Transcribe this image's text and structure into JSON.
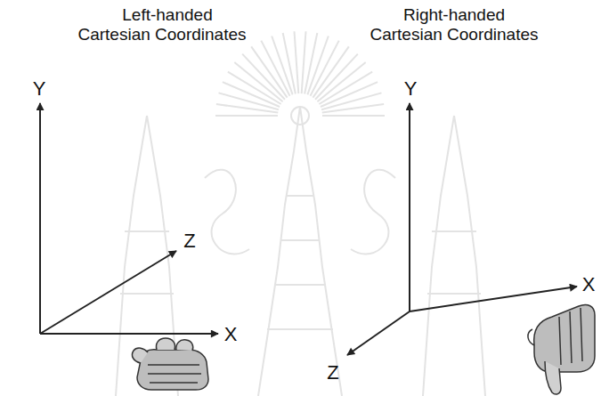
{
  "diagram": {
    "labels": [
      "Left-handed Cartesian Coordinates",
      "Right-handed Cartesian Coordinates",
      "Y",
      "Z",
      "X",
      "Y",
      "X",
      "Z"
    ]
  }
}
